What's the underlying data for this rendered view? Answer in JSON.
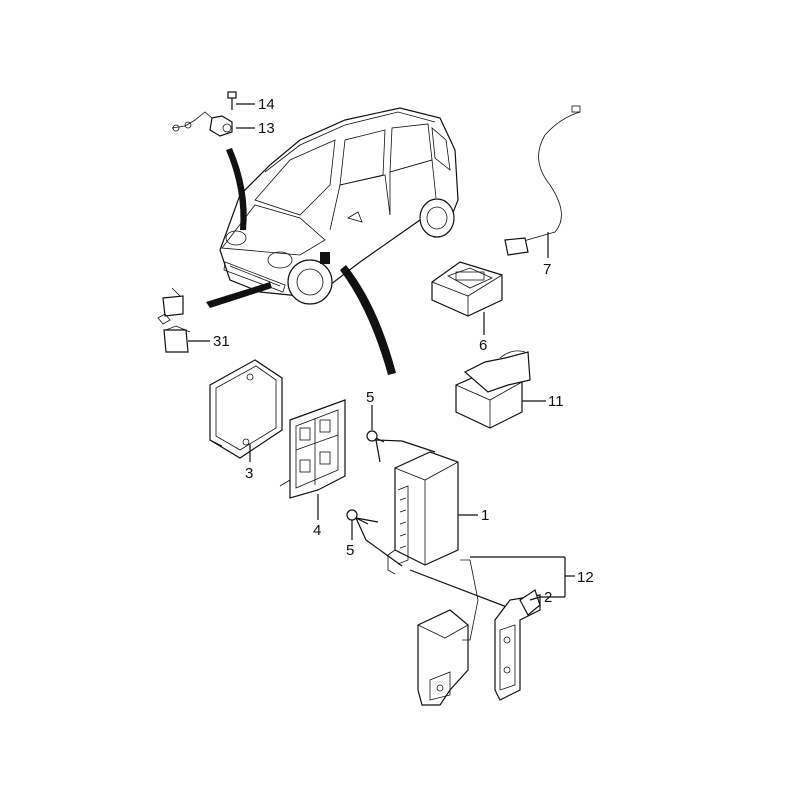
{
  "callouts": {
    "c1": "1",
    "c2": "2",
    "c3": "3",
    "c4": "4",
    "c5a": "5",
    "c5b": "5",
    "c6": "6",
    "c7": "7",
    "c11": "11",
    "c12": "12",
    "c13": "13",
    "c14": "14",
    "c31": "31"
  }
}
